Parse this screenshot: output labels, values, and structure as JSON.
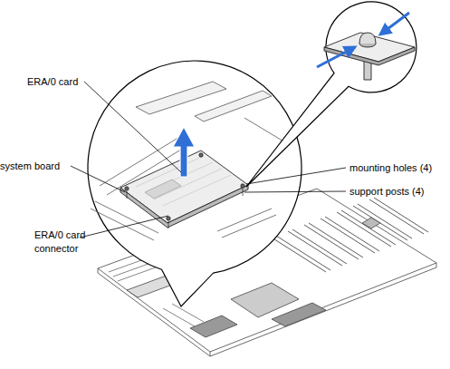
{
  "diagram": {
    "labels": [
      "ERA/0 card",
      "system board",
      "ERA/0 card connector",
      "mounting holes (4)",
      "support posts (4)"
    ]
  }
}
